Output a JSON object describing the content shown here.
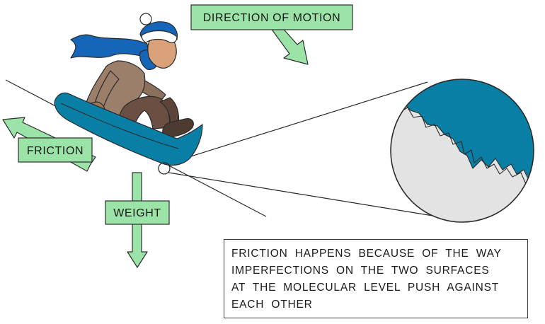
{
  "labels": {
    "direction_of_motion": "DIRECTION OF MOTION",
    "friction": "FRICTION",
    "weight": "WEIGHT"
  },
  "caption": {
    "lines": [
      "FRICTION HAPPENS BECAUSE OF THE WAY",
      "IMPERFECTIONS ON THE TWO SURFACES",
      "AT THE MOLECULAR LEVEL PUSH AGAINST",
      "EACH OTHER"
    ]
  },
  "colors": {
    "label_fill": "#9be3a6",
    "arrow_fill": "#9be3a6",
    "sled_blue": "#0a7fa6",
    "scarf_blue": "#1565b8",
    "coat_brown": "#9b7f6a",
    "trousers_brown": "#6b4f42",
    "skin": "#d9a27a",
    "snow_grey": "#e3e3e3"
  }
}
